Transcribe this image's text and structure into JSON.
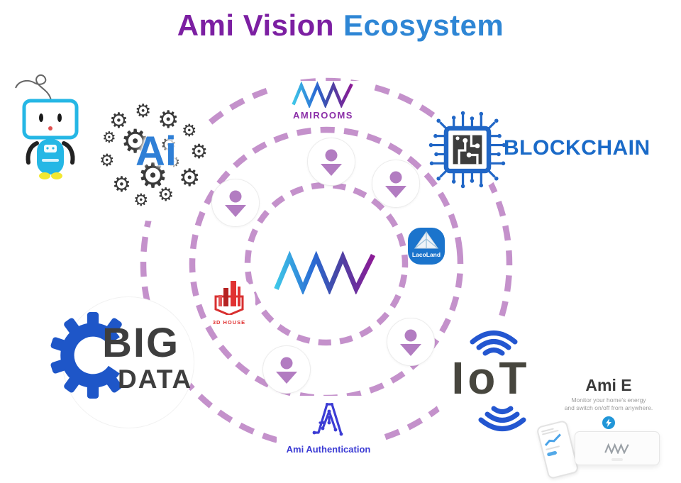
{
  "title": {
    "part1": "Ami Vision",
    "part2": "Ecosystem"
  },
  "nodes": {
    "amirooms": {
      "label": "AMIROOMS"
    },
    "blockchain": {
      "label": "BLOCKCHAIN"
    },
    "ai": {
      "label": "Ai"
    },
    "bigdata": {
      "line1": "BIG",
      "line2": "DATA"
    },
    "iot": {
      "label": "IoT"
    },
    "lacoland": {
      "label": "LacoLand"
    },
    "house3d": {
      "label": "3D HOUSE"
    },
    "auth": {
      "label": "Ami Authentication"
    },
    "ami_e": {
      "title": "Ami E",
      "subtitle_line1": "Monitor your home's energy",
      "subtitle_line2": "and switch on/off from anywhere."
    }
  },
  "diagram": {
    "rings": 3,
    "person_nodes": 5,
    "colors": {
      "dash": "#c491cb",
      "person": "#b27cc1",
      "title_purple": "#7c1fa2",
      "title_blue": "#2e86d5",
      "blockchain_blue": "#1a6ac8",
      "bigdata_blue": "#1e56c8",
      "bigdata_dark": "#3e3e3e",
      "iot_blue": "#2356d0",
      "iot_dark": "#47463e",
      "lacoland_blue": "#1b74cc",
      "house_red": "#e03232",
      "auth_blue": "#3c3cd4",
      "amirooms_purple": "#8b2fa8",
      "ai_blue": "#2f7fd6",
      "robot_cyan": "#25b7e5",
      "amw_gradient": [
        "#3fc6e8",
        "#2a6bd4",
        "#4547a6",
        "#8c1b96"
      ]
    }
  }
}
